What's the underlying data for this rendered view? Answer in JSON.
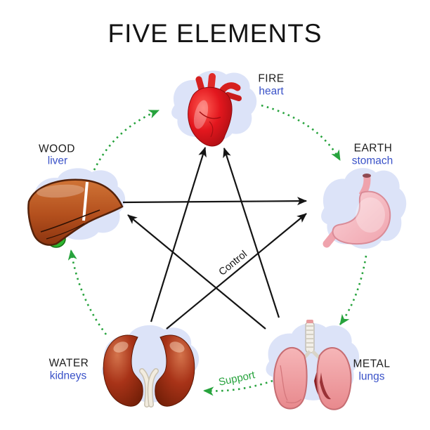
{
  "title": "FIVE ELEMENTS",
  "elements": [
    {
      "id": "fire",
      "element": "FIRE",
      "organ": "heart"
    },
    {
      "id": "earth",
      "element": "EARTH",
      "organ": "stomach"
    },
    {
      "id": "metal",
      "element": "METAL",
      "organ": "lungs"
    },
    {
      "id": "water",
      "element": "WATER",
      "organ": "kidneys"
    },
    {
      "id": "wood",
      "element": "WOOD",
      "organ": "liver"
    }
  ],
  "cycles": {
    "control_label": "Control",
    "support_label": "Support",
    "support_arrows": [
      "wood-to-fire",
      "fire-to-earth",
      "earth-to-metal",
      "metal-to-water",
      "water-to-wood"
    ],
    "control_arrows": [
      "wood-to-earth",
      "water-to-earth",
      "water-to-fire",
      "metal-to-fire",
      "metal-to-wood"
    ]
  },
  "colors": {
    "support_green": "#27a33d",
    "organ_label_blue": "#3a52c8",
    "control_black": "#141414",
    "blob_background": "#dce3f8"
  }
}
